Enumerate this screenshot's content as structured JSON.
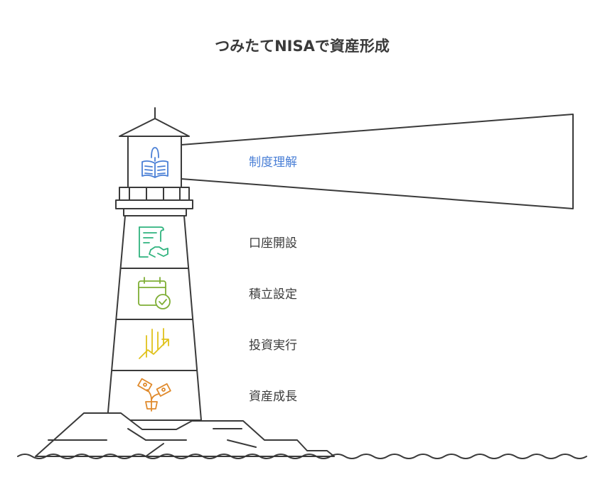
{
  "title": "つみたてNISAで資産形成",
  "steps": [
    {
      "label": "制度理解",
      "icon": "book-reader-icon",
      "color": "#4a7fd6"
    },
    {
      "label": "口座開設",
      "icon": "contract-handshake-icon",
      "color": "#2fb37e"
    },
    {
      "label": "積立設定",
      "icon": "calendar-check-icon",
      "color": "#7fae35"
    },
    {
      "label": "投資実行",
      "icon": "growth-arrow-icon",
      "color": "#e0c21c"
    },
    {
      "label": "資産成長",
      "icon": "money-plant-icon",
      "color": "#e08a2c"
    }
  ],
  "colors": {
    "outline": "#3a3a3a",
    "highlight_text": "#4a7fd6",
    "text": "#3a3a3a"
  }
}
